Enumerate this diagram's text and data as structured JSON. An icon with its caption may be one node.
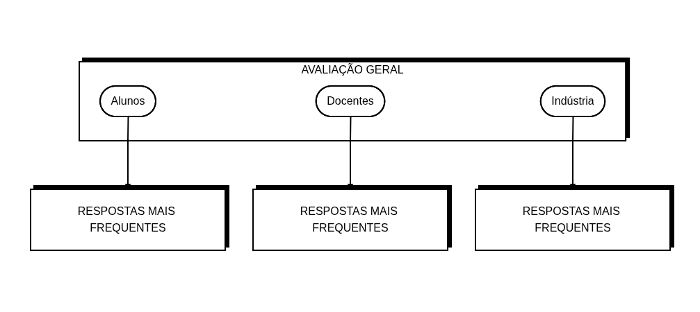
{
  "diagram": {
    "nodes": [
      {
        "text": [
          "AVALIAÇÃO GERAL"
        ]
      },
      {
        "text": [
          "Alunos"
        ],
        "in": 0
      },
      {
        "text": [
          "Docentes"
        ],
        "in": 0
      },
      {
        "text": [
          "Indústria"
        ],
        "in": 0
      },
      {
        "text": [
          "RESPOSTAS MAIS FREQUENTES"
        ]
      },
      {
        "text": [
          "RESPOSTAS MAIS FREQUENTES"
        ]
      },
      {
        "text": [
          "RESPOSTAS MAIS FREQUENTES"
        ]
      }
    ],
    "edges": [
      {
        "from": 1,
        "to": 4,
        "arrow": "to"
      },
      {
        "from": 2,
        "to": 6,
        "arrow": "to"
      },
      {
        "from": 3,
        "to": 5,
        "arrow": "to"
      }
    ]
  }
}
